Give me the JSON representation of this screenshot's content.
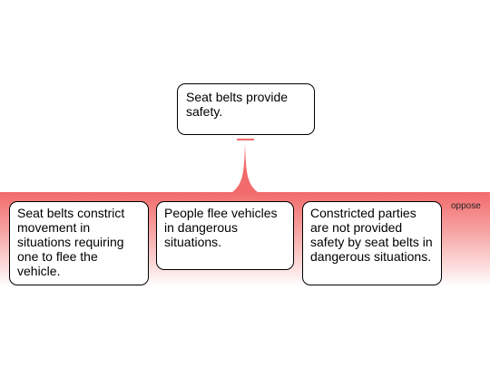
{
  "claim": {
    "text": "Seat belts provide safety."
  },
  "group": {
    "label": "oppose",
    "color": "#f26a6a"
  },
  "premises": [
    {
      "text": "Seat belts constrict movement in situations requiring one to flee the vehicle."
    },
    {
      "text": "People flee vehicles in dangerous situations."
    },
    {
      "text": "Constricted parties are not provided safety by seat belts in dangerous situations."
    }
  ]
}
